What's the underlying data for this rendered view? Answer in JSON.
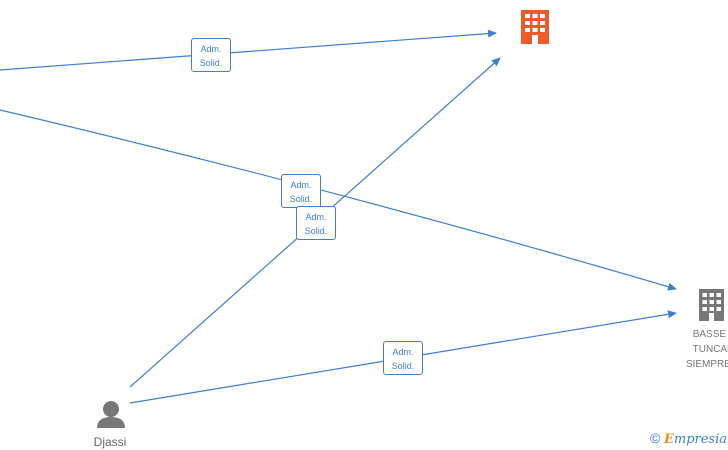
{
  "edges": [
    {
      "id": "e1",
      "line1": "Adm.",
      "line2": "Solid."
    },
    {
      "id": "e2",
      "line1": "Adm.",
      "line2": "Solid."
    },
    {
      "id": "e3",
      "line1": "Adm.",
      "line2": "Solid."
    },
    {
      "id": "e4",
      "line1": "Adm.",
      "line2": "Solid."
    }
  ],
  "nodes": {
    "company_top": {
      "label": "",
      "color": "#f05a28",
      "icon": "building-icon"
    },
    "company_right": {
      "label_lines": [
        "BASSE Y",
        "TUNCAM",
        "SIEMPRE ..."
      ],
      "color": "#777777",
      "icon": "building-icon"
    },
    "person": {
      "name": "Djassi",
      "color": "#777777",
      "icon": "person-icon"
    }
  },
  "colors": {
    "edge": "#3b7fd6",
    "accent": "#f05a28"
  },
  "watermark": {
    "copyright": "©",
    "brand_first": "E",
    "brand_rest": "mpresia"
  }
}
